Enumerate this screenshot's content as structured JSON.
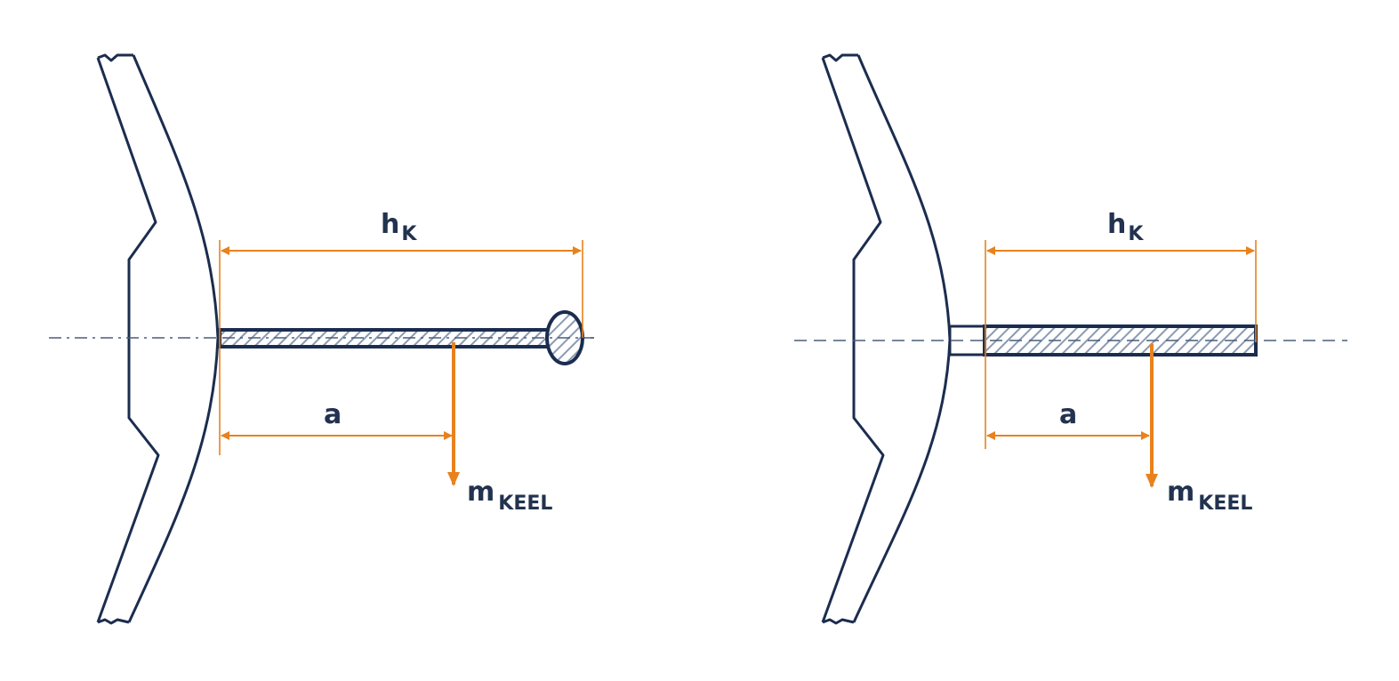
{
  "colors": {
    "structure": "#1b2d4f",
    "dimension": "#e8821e",
    "hatch": "#8a9bb3",
    "centerline": "#4b5d7a"
  },
  "left_diagram": {
    "keel_type": "fin with bulb",
    "labels": {
      "hk_main": "h",
      "hk_sub": "K",
      "a": "a",
      "m_main": "m",
      "m_sub": "KEEL"
    }
  },
  "right_diagram": {
    "keel_type": "fin",
    "labels": {
      "hk_main": "h",
      "hk_sub": "K",
      "a": "a",
      "m_main": "m",
      "m_sub": "KEEL"
    }
  }
}
